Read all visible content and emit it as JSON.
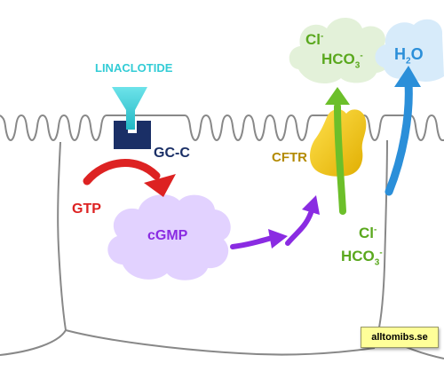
{
  "labels": {
    "drug": "LINACLOTIDE",
    "receptor": "GC-C",
    "substrate": "GTP",
    "messenger": "cGMP",
    "channel": "CFTR"
  },
  "ions": {
    "chloride_symbol": "Cl",
    "charge": "-",
    "bicarbonate_prefix": "HCO",
    "bicarbonate_subscript": "3",
    "water_h": "H",
    "water_subscript": "2",
    "water_o": "O"
  },
  "watermark": "alltomibs.se",
  "colors": {
    "drug": "#33ccd6",
    "receptor": "#1a2f66",
    "gtp_arrow": "#dd2222",
    "cgmp_cloud": "#e2d2ff",
    "cgmp_text": "#8a2be2",
    "purple_arrow": "#8a2be2",
    "cftr_body": "#f2c400",
    "cftr_text": "#b38a00",
    "green_arrow": "#6cbf2a",
    "green_cloud": "#e3f1d9",
    "blue_arrow": "#2b8fd9",
    "blue_cloud": "#d7ebfa",
    "membrane": "#888888"
  }
}
